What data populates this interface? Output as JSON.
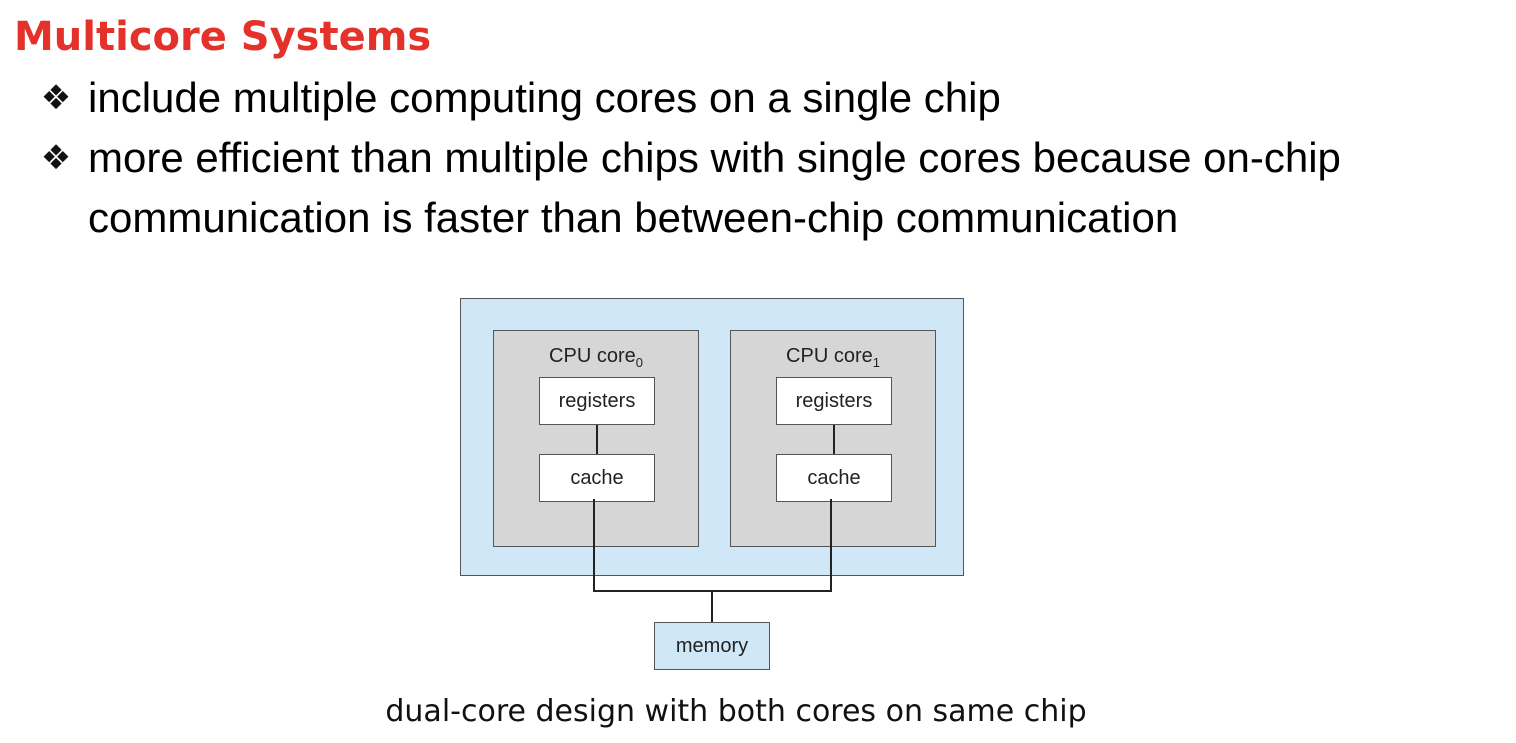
{
  "slide": {
    "title": "Multicore Systems",
    "bullets": [
      "include multiple computing cores on a single chip",
      "more efficient than multiple chips with single cores because on-chip communication is faster than between-chip  communication"
    ],
    "bullet_icon": "diamond-cluster-icon",
    "title_color": "#e4322b"
  },
  "diagram": {
    "cores": [
      {
        "name": "CPU core",
        "subscript": "0",
        "registers": "registers",
        "cache": "cache"
      },
      {
        "name": "CPU core",
        "subscript": "1",
        "registers": "registers",
        "cache": "cache"
      }
    ],
    "memory": "memory",
    "chip_color": "#cfe7f7",
    "core_color": "#d6d6d6"
  },
  "caption": "dual-core design with both cores on same chip"
}
